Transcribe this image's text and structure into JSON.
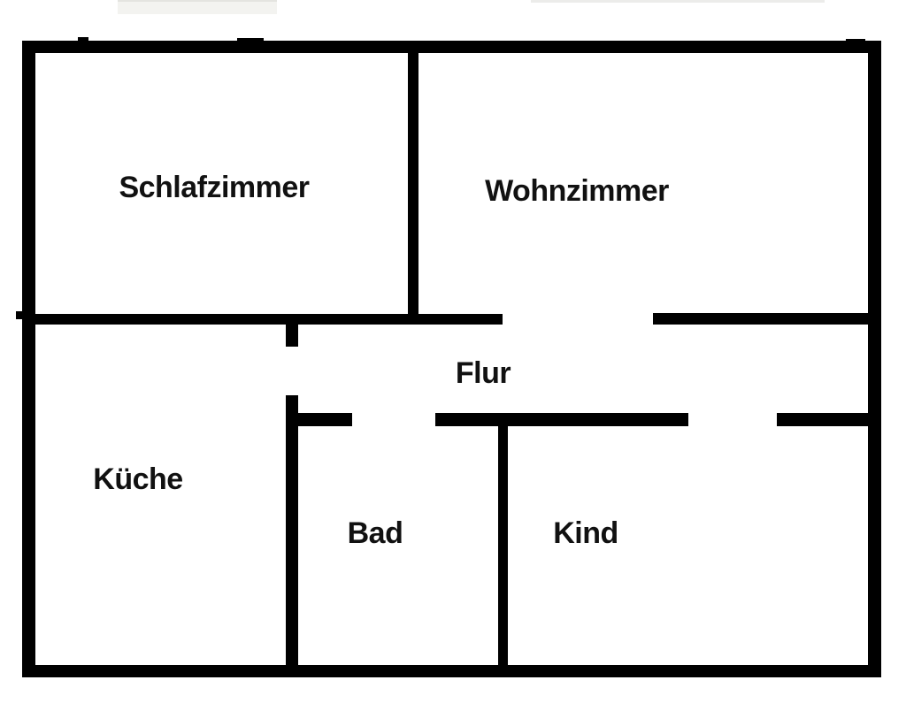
{
  "floorplan": {
    "type": "apartment-floor-plan",
    "background_color": "#ffffff",
    "wall_color": "#000000",
    "text_color": "#111111",
    "rooms": [
      {
        "label": "Schlafzimmer"
      },
      {
        "label": "Wohnzimmer"
      },
      {
        "label": "Flur"
      },
      {
        "label": "Küche"
      },
      {
        "label": "Bad"
      },
      {
        "label": "Kind"
      }
    ]
  }
}
